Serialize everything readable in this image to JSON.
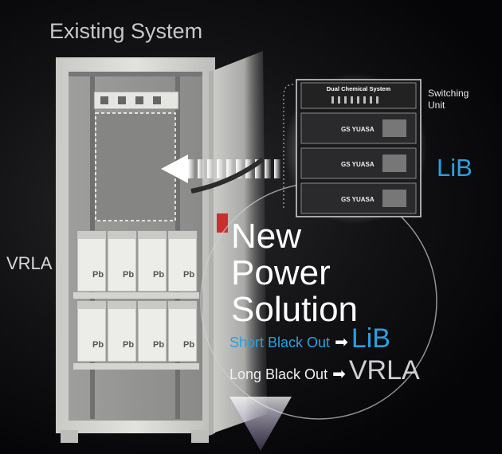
{
  "heading": "Existing System",
  "left_label": "VRLA",
  "switching_label": "Switching Unit",
  "lib_label": "LiB",
  "rack_title": "Dual Chemical System",
  "rack_brand": "GS YUASA",
  "battery_mark": "Pb",
  "solution": {
    "line1": "New",
    "line2": "Power",
    "line3": "Solution"
  },
  "short_outage": {
    "label": "Short Black Out",
    "arrow": "➡",
    "target": "LiB"
  },
  "long_outage": {
    "label": "Long Black Out",
    "arrow": "➡",
    "target": "VRLA"
  },
  "colors": {
    "accent_blue": "#2aa0e0",
    "white": "#ffffff",
    "cabinet": "#d9d9d6"
  }
}
